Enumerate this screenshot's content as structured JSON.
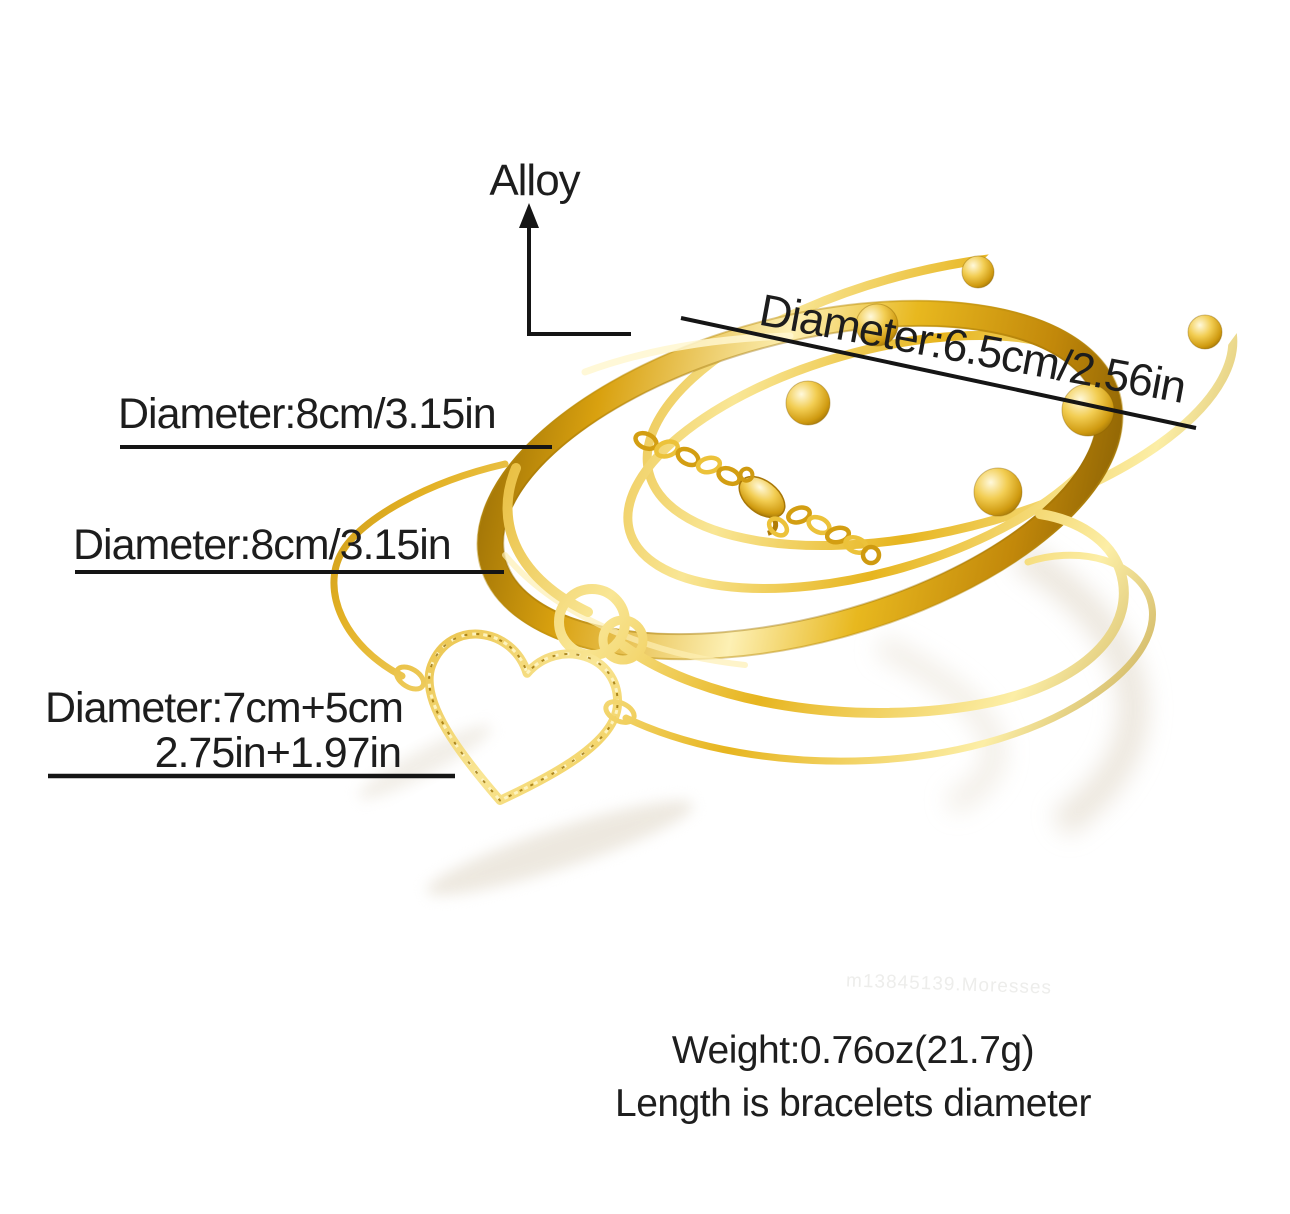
{
  "annotations": {
    "material": {
      "label": "Alloy"
    },
    "top_bracelet": {
      "label": "Diameter:6.5cm/2.56in"
    },
    "flat_bracelet": {
      "label": "Diameter:8cm/3.15in"
    },
    "knot_bracelet": {
      "label": "Diameter:8cm/3.15in"
    },
    "heart_bracelet": {
      "label_cm": "Diameter:7cm+5cm",
      "label_in": "2.75in+1.97in"
    }
  },
  "footer": {
    "weight": "Weight:0.76oz(21.7g)",
    "note": "Length is bracelets diameter"
  },
  "watermark": "m13845139.Moresses",
  "product": {
    "pieces": [
      "open cuff with ball ends",
      "beaded open cuff",
      "flat polished bangle with extension chain and lobster clasp",
      "knot bangle",
      "open-heart charm bangle"
    ],
    "material": "gold-tone alloy"
  },
  "colors": {
    "background": "#ffffff",
    "text": "#1d1d1d",
    "annotation_line": "#151515",
    "gold_highlight": "#fdf2bd",
    "gold_mid": "#e2ae1c",
    "gold_deep": "#8f6403",
    "shadow": "#e8e1d5"
  }
}
